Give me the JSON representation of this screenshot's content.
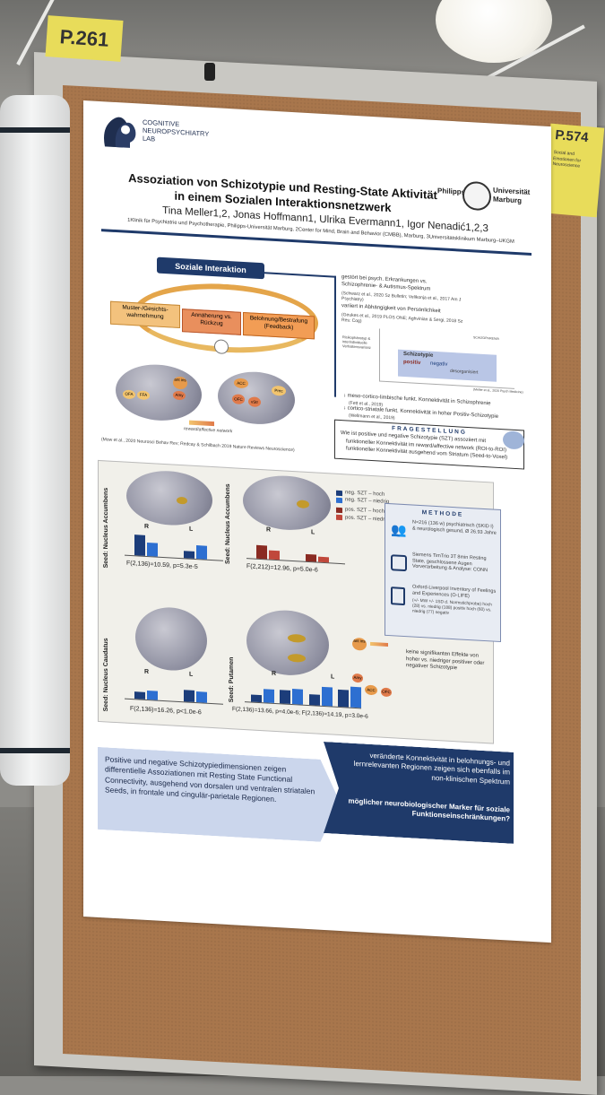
{
  "photo": {
    "tag_left": "P.261",
    "tag_right": "P.574",
    "tag_right_note": "Social and Emotionen for Neuroscience"
  },
  "poster": {
    "lab": [
      "COGNITIVE",
      "NEUROPSYCHIATRY",
      "LAB"
    ],
    "university": [
      "Philipps",
      "Universität",
      "Marburg"
    ],
    "title": "Assoziation von Schizotypie und Resting-State Aktivität in einem Sozialen Interaktionsnetzwerk",
    "authors": "Tina Meller1,2, Jonas Hoffmann1, Ulrika Evermann1, Igor Nenadić1,2,3",
    "affiliations": "1Klinik für Psychiatrie und Psychotherapie, Philipps-Universität Marburg, 2Center for Mind, Brain and Behavior (CMBB), Marburg, 3Universitätsklinikum Marburg–UKGM",
    "intro": {
      "header": "Soziale Interaktion",
      "cycle": [
        "Muster-/Gesichts-wahrnehmung",
        "Annäherung vs. Rückzug",
        "Belohnung/Bestrafung (Feedback)"
      ],
      "brain_labels": [
        "ant ins",
        "Amy",
        "OFA",
        "FFA",
        "ACC",
        "OFC",
        "vStr",
        "Prec"
      ],
      "network_label": "reward/affective network",
      "citation": "(Mow et al., 2020 Neurosci Behav Rev; Redcay & Schilbach 2019 Nature Reviews Neuroscience)",
      "notes": [
        {
          "text": "gestört bei psych. Erkrankungen vs. Schizophrenie- & Autismus-Spektrum",
          "ref": "(Schwarz et al., 2020 Sz Bulletin; Velikonja et al., 2017 Am J Psychiatry)"
        },
        {
          "text": "variiert in Abhängigkeit von Persönlichkeit",
          "ref": "(Geukes et al., 2019 PLOS ONE; Aghvinian & Sergi, 2018 Sz Res: Cog)"
        },
        {
          "text": "↓ meso-cortico-limbische funkt. Konnektivität in Schizophrenie",
          "ref": "(Fett et al., 2019)"
        },
        {
          "text": "↓ cortico-striatale funkt. Konnektivität in hoher Positiv-Schizotypie",
          "ref": "(Wellmann et al., 2019)"
        }
      ],
      "spectrum": {
        "label": "Schizotypie",
        "pos": "positiv",
        "neg": "negativ",
        "desorg": "desorganisiert",
        "risk": "Risikophänotyp & interindividuelle Verhaltensvarianz",
        "schizo": "SCHIZOPHRENIA",
        "ref": "(Meller et al., 2020 Psych Medicine)"
      }
    },
    "question": {
      "header": "FRAGESTELLUNG",
      "intro": "Wie ist positive und negative Schizotypie (SZT) assoziiert mit",
      "items": [
        "funktioneller Konnektivität im reward/affective network (ROI-to-ROI)",
        "funktioneller Konnektivität ausgehend vom Striatum (Seed-to-Voxel)"
      ]
    },
    "legend": [
      {
        "label": "neg. SZT – hoch",
        "color": "#1c3d7a"
      },
      {
        "label": "neg. SZT – niedrig",
        "color": "#2d6fd1"
      },
      {
        "label": "pos. SZT – hoch",
        "color": "#8a2b22"
      },
      {
        "label": "pos. SZT – niedrig",
        "color": "#c0483b"
      }
    ],
    "results": [
      {
        "seed": "Seed: Nucleus Accumbens",
        "stat": "F(2,136)=10.59, p=5.3e-5"
      },
      {
        "seed": "Seed: Nucleus Accumbens",
        "stat": "F(2,212)=12.96, p=5.0e-6"
      },
      {
        "seed": "Seed: Nucleus Caudatus",
        "stat": "F(2,136)=16.26, p<1.0e-6"
      },
      {
        "seed": "Seed: Putamen",
        "stat": "F(2,136)=13.66, p=4.0e-6; F(2,136)=14.19, p=3.0e-6"
      }
    ],
    "roi_note": "keine signifikanten Effekte von hoher vs. niedriger positiver oder negativer Schizotypie",
    "methods": {
      "header": "METHODE",
      "sample": "N=216 (136 w) psychiatrisch (SKID I) & neurologisch gesund, Ø 26.93 Jahre",
      "scanner": "Siemens TimTrio 3T 8min Resting State, geschlossene Augen Vorverarbeitung & Analyse: CONN",
      "questionnaire": "Oxford-Liverpool Inventory of Feelings and Experiences (O-LIFE)",
      "split": "(+/- MW +/- 1SD d. Normstichprobe) hoch (28) vs. niedrig (188) positiv hoch (60) vs. niedrig (77) negativ"
    },
    "conclusion": {
      "left": "Positive und negative Schizotypiedimensionen zeigen differentielle Assoziationen mit Resting State Functional Connectivity, ausgehend von dorsalen und ventralen striatalen Seeds, in frontale und cingulär-parietale Regionen.",
      "right_top": "veränderte Konnektivität in belohnungs- und lernrelevanten Regionen zeigen sich ebenfalls im non-klinischen Spektrum",
      "right_bottom": "möglicher neurobiologischer Marker für soziale Funktionseinschränkungen?"
    }
  },
  "chart_data": [
    {
      "type": "bar",
      "title": "Seed: Nucleus Accumbens",
      "categories": [
        "R",
        "L"
      ],
      "series": [
        {
          "values": [
            0.55,
            0.2
          ]
        },
        {
          "values": [
            0.35,
            0.35
          ]
        }
      ]
    },
    {
      "type": "bar",
      "title": "Seed: Nucleus Accumbens",
      "categories": [
        "R",
        "L"
      ],
      "series": [
        {
          "values": [
            0.35,
            0.2
          ]
        },
        {
          "values": [
            0.25,
            0.15
          ]
        }
      ]
    },
    {
      "type": "bar",
      "title": "Seed: Nucleus Caudatus",
      "categories": [
        "R",
        "L"
      ],
      "series": [
        {
          "values": [
            0.2,
            0.35
          ]
        },
        {
          "values": [
            0.25,
            0.3
          ]
        }
      ]
    },
    {
      "type": "bar",
      "title": "Seed: Putamen",
      "categories": [
        "R",
        "L"
      ],
      "series": [
        {
          "values": [
            0.2,
            0.35,
            0.3,
            0.45
          ]
        },
        {
          "values": [
            0.35,
            0.4,
            0.5,
            0.55
          ]
        }
      ]
    }
  ]
}
